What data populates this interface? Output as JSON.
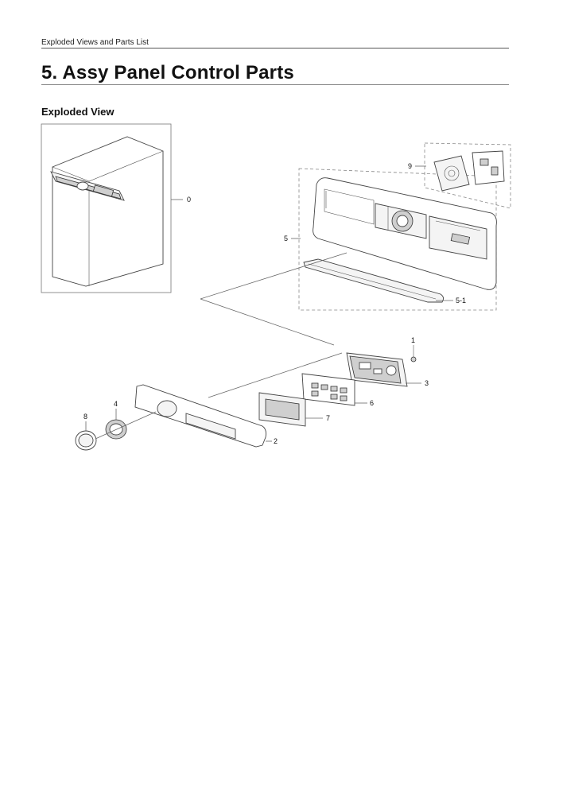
{
  "header": {
    "text": "Exploded Views and Parts List"
  },
  "section": {
    "title": "5.  Assy Panel Control Parts"
  },
  "subsection": {
    "title": "Exploded View"
  },
  "callouts": {
    "c0": "0",
    "c1": "1",
    "c2": "2",
    "c3": "3",
    "c4": "4",
    "c5": "5",
    "c5_1": "5-1",
    "c6": "6",
    "c7": "7",
    "c8": "8",
    "c9": "9"
  }
}
